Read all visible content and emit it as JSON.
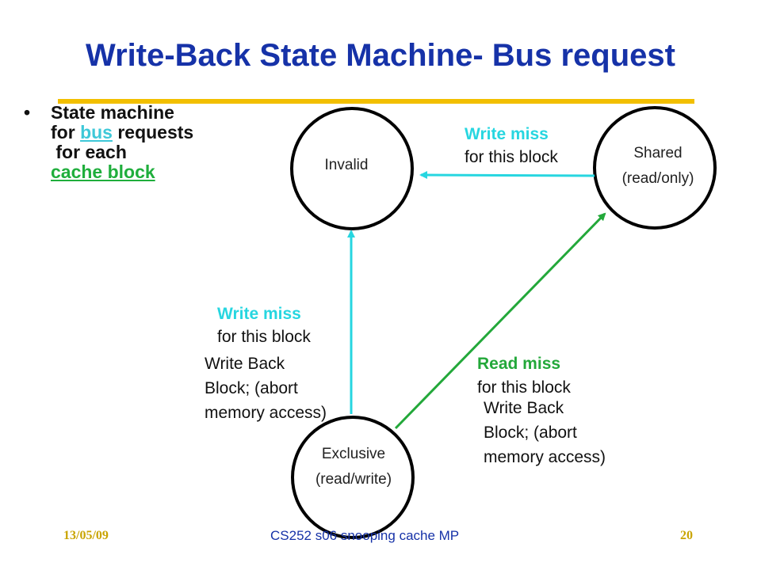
{
  "title": "Write-Back State Machine- Bus request",
  "bullet": {
    "line1": "State machine",
    "line2_prefix": "for ",
    "line2_kw": "bus",
    "line2_suffix": " requests",
    "line3": " for each",
    "line4_kw": "cache block"
  },
  "states": {
    "invalid": "Invalid",
    "shared": "Shared\n(read/only)",
    "exclusive": "Exclusive\n(read/write)"
  },
  "transitions": {
    "shared_to_invalid": {
      "event": "Write miss",
      "detail": "for this block"
    },
    "exclusive_to_invalid": {
      "event": "Write miss",
      "detail": "for this block",
      "action": "Write Back\nBlock; (abort\nmemory access)"
    },
    "exclusive_to_shared": {
      "event": "Read miss",
      "detail": "for this block",
      "action": "Write Back\nBlock; (abort\nmemory access)"
    }
  },
  "colors": {
    "title": "#1632a8",
    "rule": "#f2bf00",
    "write_miss": "#27d6e0",
    "read_miss": "#23a83a"
  },
  "footer": {
    "date": "13/05/09",
    "center": "CS252 s06 snooping cache MP",
    "page": "20"
  }
}
